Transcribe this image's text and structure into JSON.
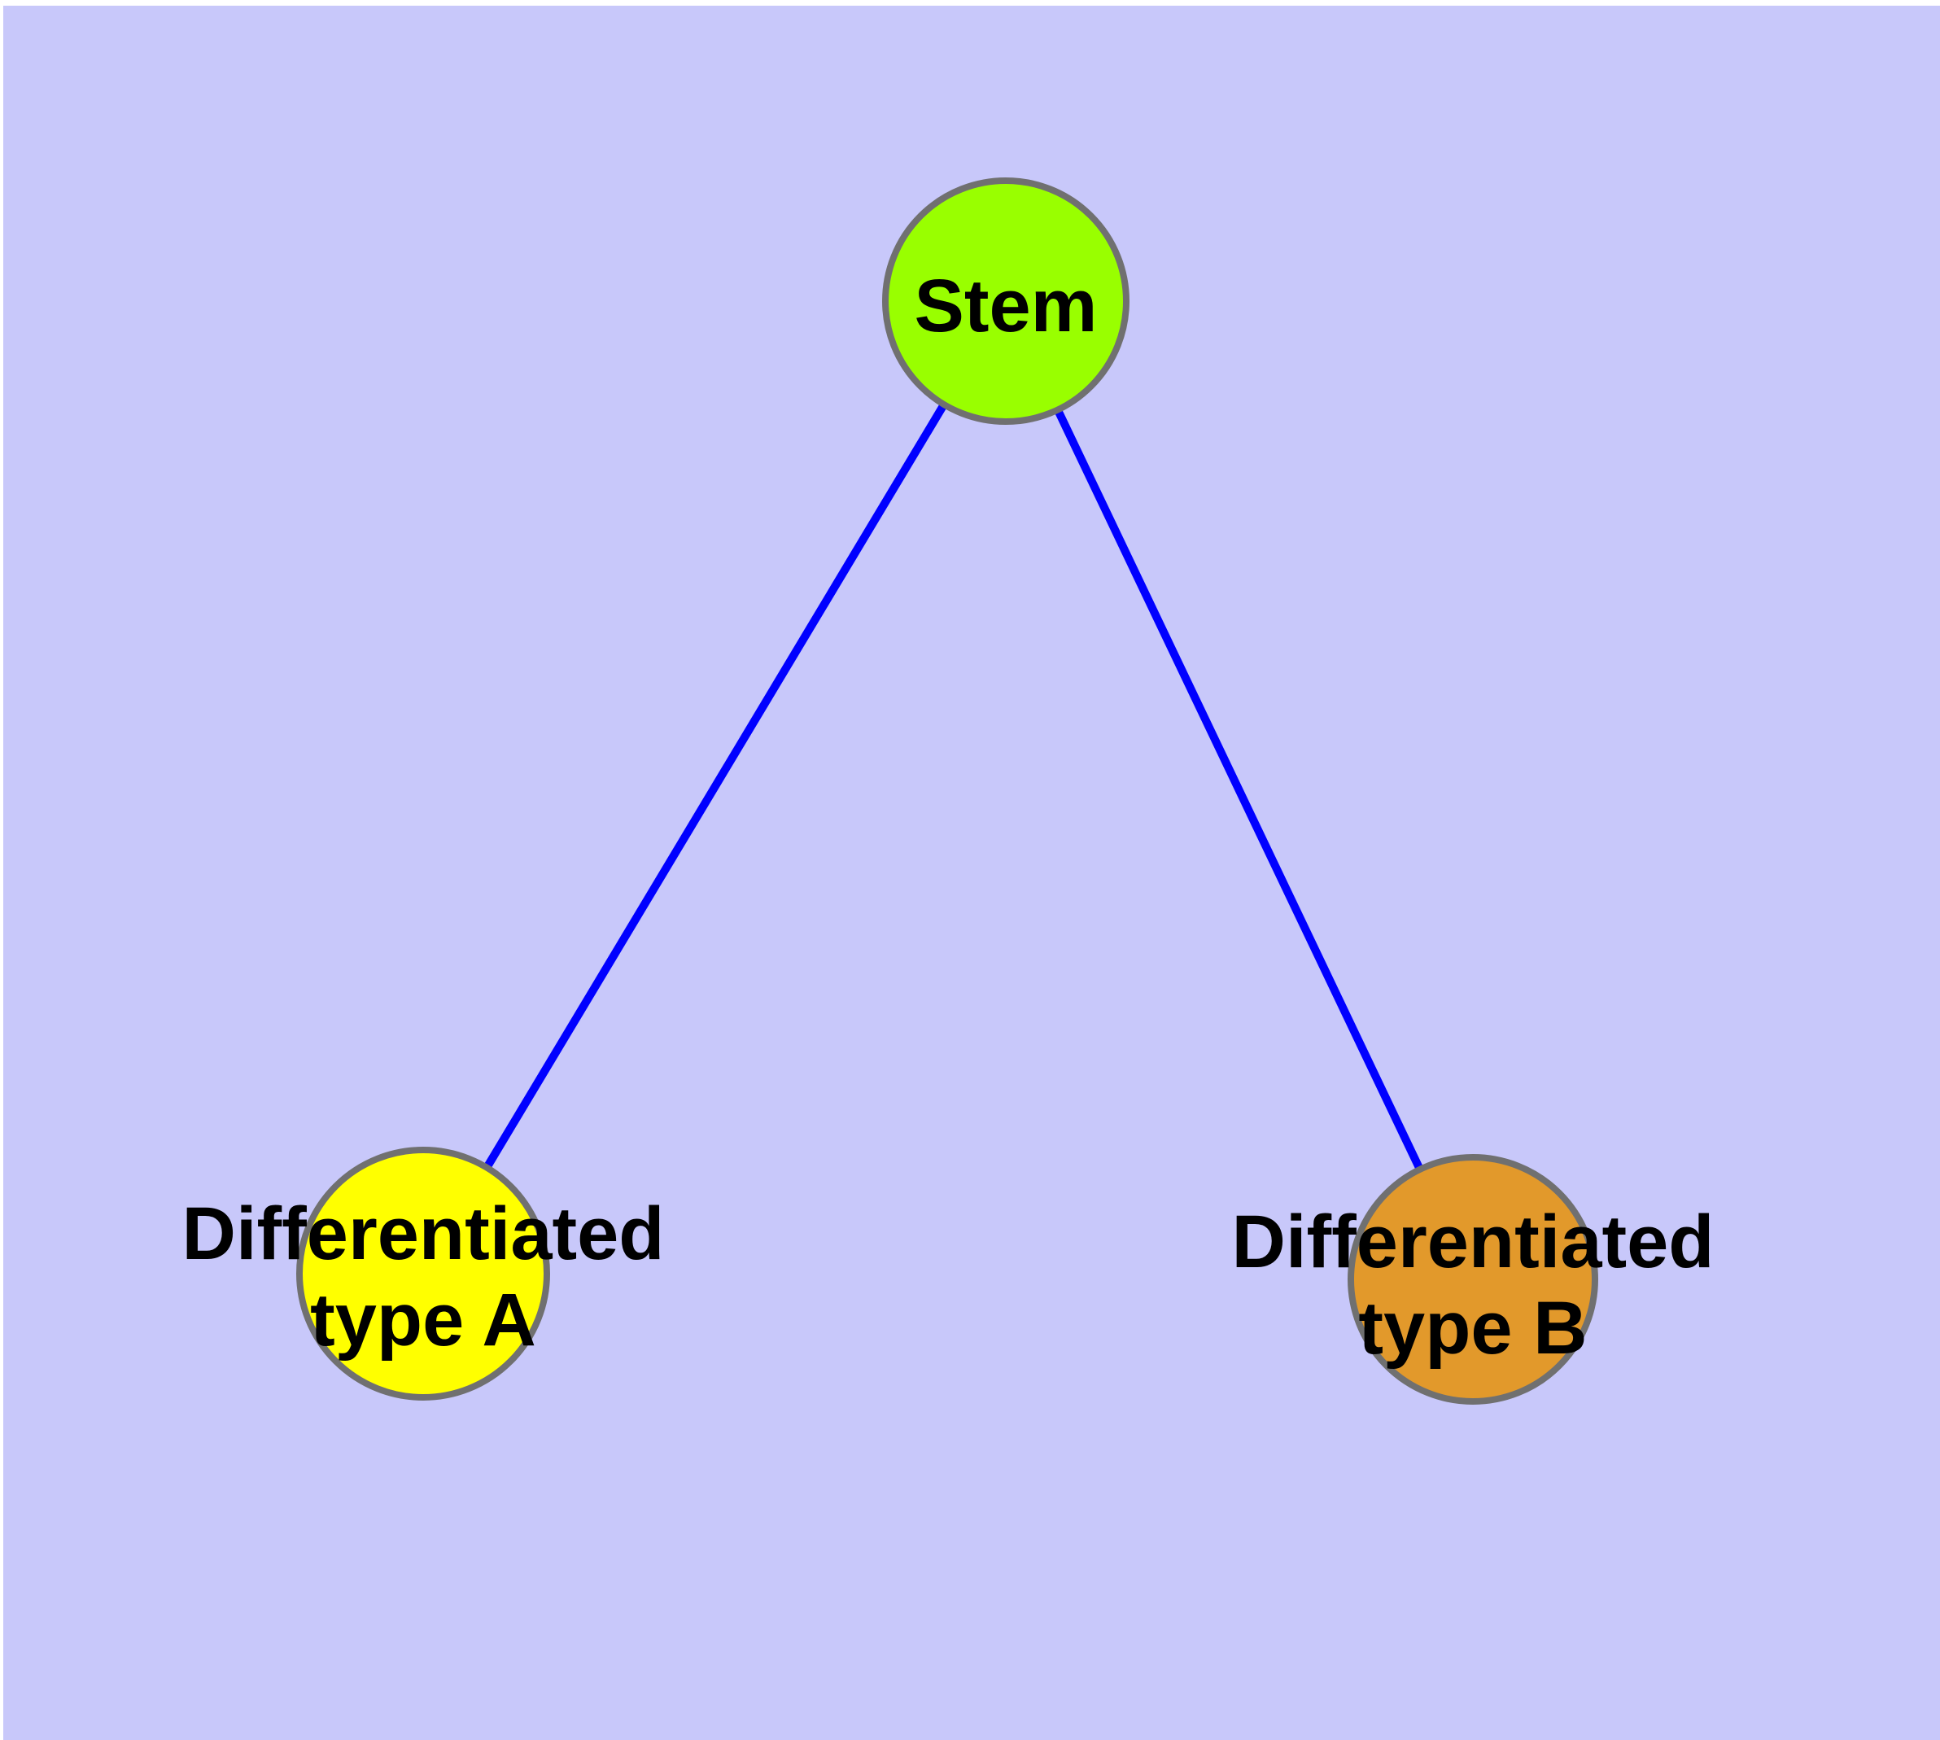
{
  "diagram": {
    "type": "node-link-graph",
    "description": "Cell differentiation diagram: a stem node branching to two differentiated type nodes",
    "colors": {
      "page_background": "#ffffff",
      "canvas_background": "#c8c8fa",
      "edge": "#0000ff",
      "node_stroke": "#707070",
      "label_text": "#000000"
    },
    "nodes": [
      {
        "id": "stem",
        "label": "Stem",
        "label_line1": "Stem",
        "label_line2": "",
        "color": "#99ff00"
      },
      {
        "id": "differentiated-type-a",
        "label": "Differentiated type A",
        "label_line1": "Differentiated",
        "label_line2": "type A",
        "color": "#ffff00"
      },
      {
        "id": "differentiated-type-b",
        "label": "Differentiated type B",
        "label_line1": "Differentiated",
        "label_line2": "type B",
        "color": "#e2992b"
      }
    ],
    "edges": [
      {
        "from": "stem",
        "to": "differentiated-type-a"
      },
      {
        "from": "stem",
        "to": "differentiated-type-b"
      }
    ]
  }
}
